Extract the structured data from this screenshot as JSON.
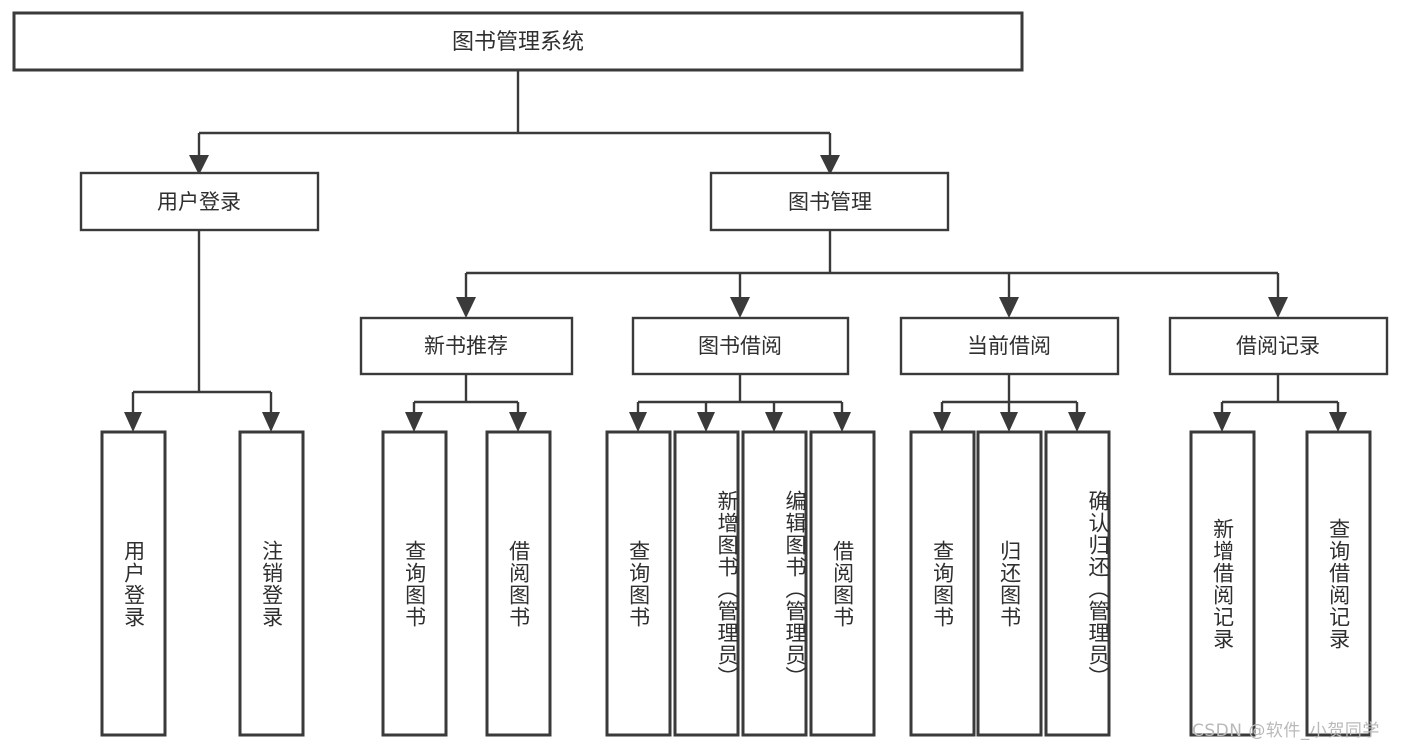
{
  "diagram": {
    "type": "tree-hierarchy",
    "orientation": "top-down",
    "background_color": "#ffffff",
    "stroke_color": "#3a3a3a",
    "text_color": "#2f2f2f",
    "root": {
      "id": "root",
      "label": "图书管理系统"
    },
    "level2": [
      {
        "id": "user-login",
        "label": "用户登录"
      },
      {
        "id": "book-manage",
        "label": "图书管理"
      }
    ],
    "level3": [
      {
        "id": "new-book-rec",
        "label": "新书推荐",
        "parent": "book-manage"
      },
      {
        "id": "book-borrow",
        "label": "图书借阅",
        "parent": "book-manage"
      },
      {
        "id": "current-borrow",
        "label": "当前借阅",
        "parent": "book-manage"
      },
      {
        "id": "borrow-record",
        "label": "借阅记录",
        "parent": "book-manage"
      }
    ],
    "leaves": [
      {
        "id": "leaf-user-login",
        "label": "用户登录",
        "parent": "user-login"
      },
      {
        "id": "leaf-logout",
        "label": "注销登录",
        "parent": "user-login"
      },
      {
        "id": "leaf-query-book-1",
        "label": "查询图书",
        "parent": "new-book-rec"
      },
      {
        "id": "leaf-borrow-book-1",
        "label": "借阅图书",
        "parent": "new-book-rec"
      },
      {
        "id": "leaf-query-book-2",
        "label": "查询图书",
        "parent": "book-borrow"
      },
      {
        "id": "leaf-add-book",
        "label": "新增图书（管理员）",
        "parent": "book-borrow"
      },
      {
        "id": "leaf-edit-book",
        "label": "编辑图书（管理员）",
        "parent": "book-borrow"
      },
      {
        "id": "leaf-borrow-book-2",
        "label": "借阅图书",
        "parent": "book-borrow"
      },
      {
        "id": "leaf-query-book-3",
        "label": "查询图书",
        "parent": "current-borrow"
      },
      {
        "id": "leaf-return-book",
        "label": "归还图书",
        "parent": "current-borrow"
      },
      {
        "id": "leaf-confirm-return",
        "label": "确认归还（管理员）",
        "parent": "current-borrow"
      },
      {
        "id": "leaf-add-record",
        "label": "新增借阅记录",
        "parent": "borrow-record"
      },
      {
        "id": "leaf-query-record",
        "label": "查询借阅记录",
        "parent": "borrow-record"
      }
    ]
  },
  "watermark": {
    "text": "CSDN @软件_小贺同学"
  }
}
